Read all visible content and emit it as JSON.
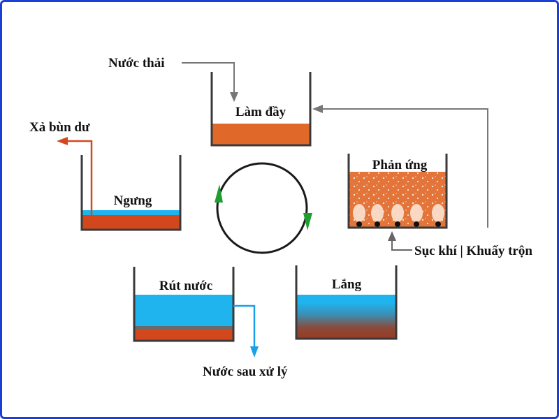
{
  "labels": {
    "inflow": "Nước thải",
    "fill": "Làm đầy",
    "react": "Phản ứng",
    "aeration": "Sục khí | Khuấy trộn",
    "settle": "Lắng",
    "draw": "Rút nước",
    "effluent": "Nước sau xử lý",
    "idle": "Ngưng",
    "sludge": "Xả bùn dư"
  },
  "colors": {
    "border": "#1a3fd6",
    "sludge": "#e0692a",
    "sludge_dark": "#d2481c",
    "water": "#1fb4ee",
    "arrow_gray": "#666666",
    "arrow_sludge": "#d4481e",
    "arrow_water": "#1aa0e8",
    "cycle_arrow": "#1e9e2e"
  }
}
